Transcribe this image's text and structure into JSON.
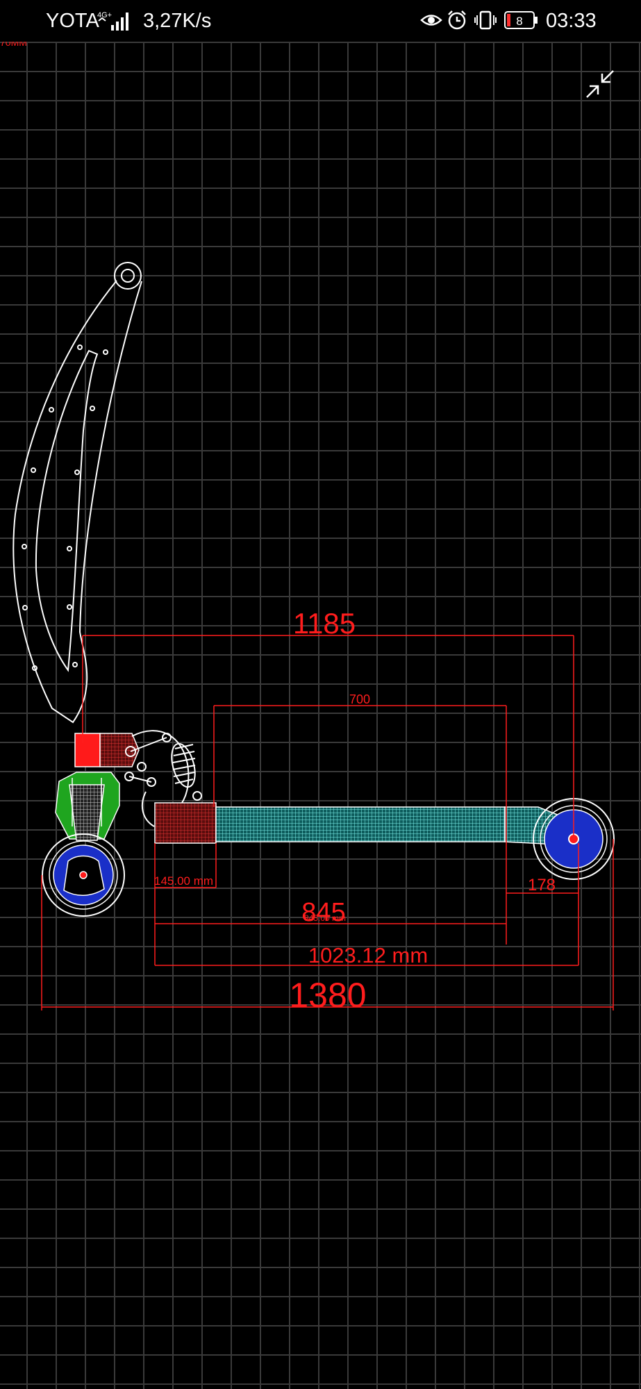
{
  "status_bar": {
    "carrier": "YOTA",
    "network_type": "4G+",
    "speed": "3,27K/s",
    "battery": "8",
    "time": "03:33"
  },
  "cad": {
    "corner_label": "70MM",
    "icons": [
      "exit-fullscreen-icon"
    ],
    "colors": {
      "background": "#000000",
      "grid": "#3a3a3a",
      "dimension": "#ff1d1d",
      "outline": "#ffffff",
      "deck": "#3fd0cc",
      "battery_block": "#cc2222",
      "wheel_hub": "#1a2fc8",
      "mount": "#1fa51f"
    },
    "dimensions": {
      "overall_length": "1380",
      "stem_to_rear": "1185",
      "deck_length": "700",
      "battery_box": "145.00 mm",
      "rear_overhang": "178",
      "front_to_rear_deck": "845",
      "small_overlap": "845.00 mm",
      "base_length": "1023.12 mm"
    }
  }
}
